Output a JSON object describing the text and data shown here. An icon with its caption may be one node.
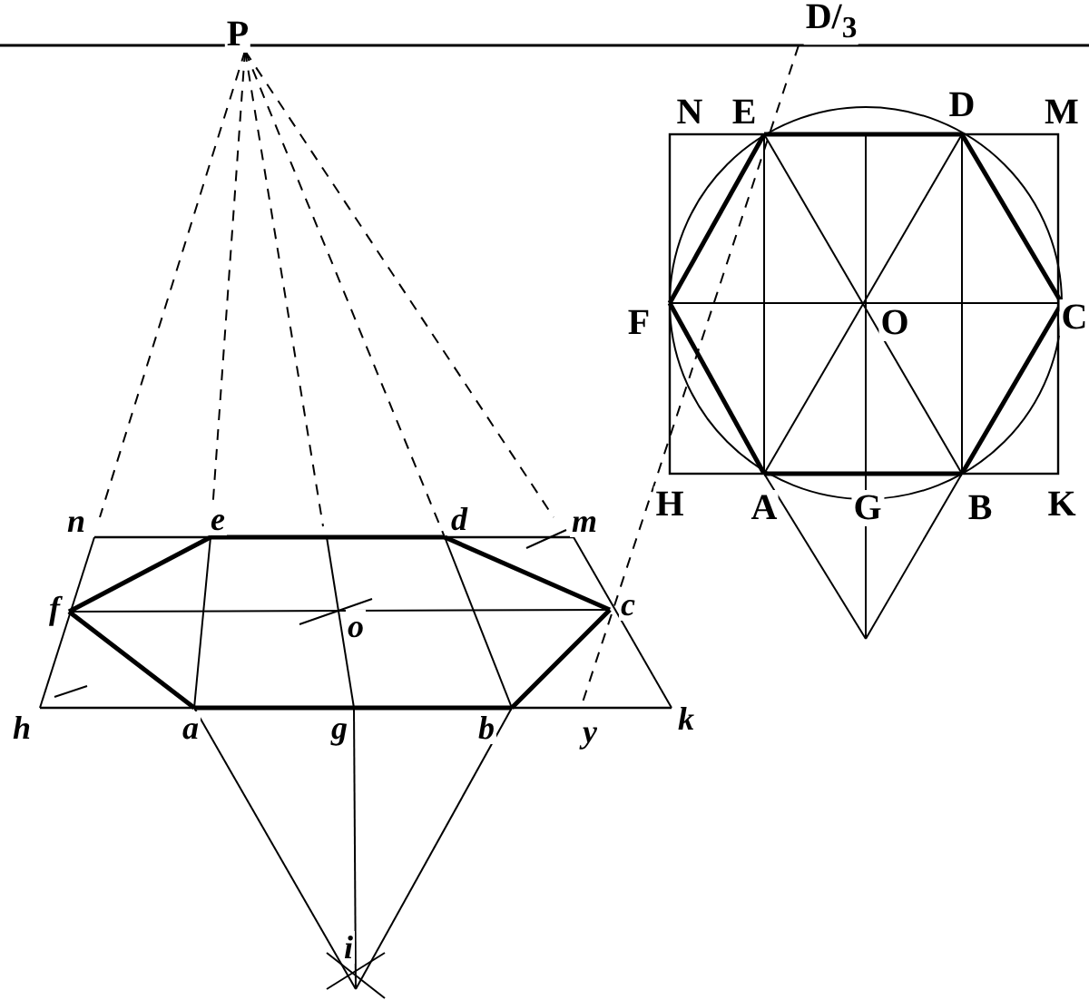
{
  "diagram": {
    "labels": [
      "P",
      "D/$_{3}$",
      "N",
      "E",
      "D",
      "M",
      "F",
      "O",
      "C",
      "H",
      "A",
      "G",
      "B",
      "K",
      "n",
      "e",
      "d",
      "m",
      "f",
      "c",
      "o",
      "h",
      "a",
      "g",
      "b",
      "y",
      "k",
      "i"
    ]
  }
}
